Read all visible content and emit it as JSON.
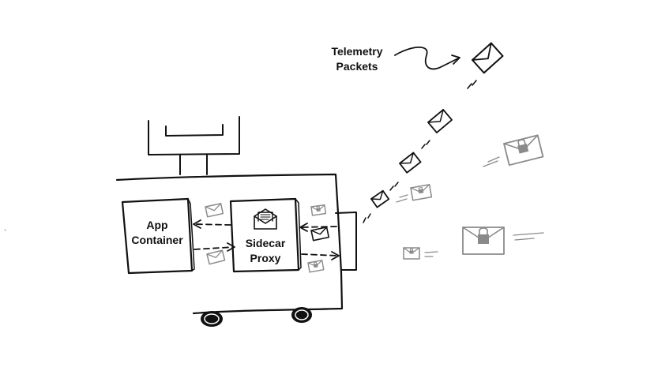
{
  "labels": {
    "telemetry_line1": "Telemetry",
    "telemetry_line2": "Packets",
    "app_line1": "App",
    "app_line2": "Container",
    "sidecar_line1": "Sidecar",
    "sidecar_line2": "Proxy"
  },
  "icons": {
    "envelope": "envelope-icon",
    "locked_envelope": "locked-envelope-icon",
    "open_envelope": "open-envelope-icon",
    "wheel": "wheel-icon"
  },
  "colors": {
    "ink": "#111111",
    "faded": "#8a8a8a",
    "background": "#ffffff"
  }
}
